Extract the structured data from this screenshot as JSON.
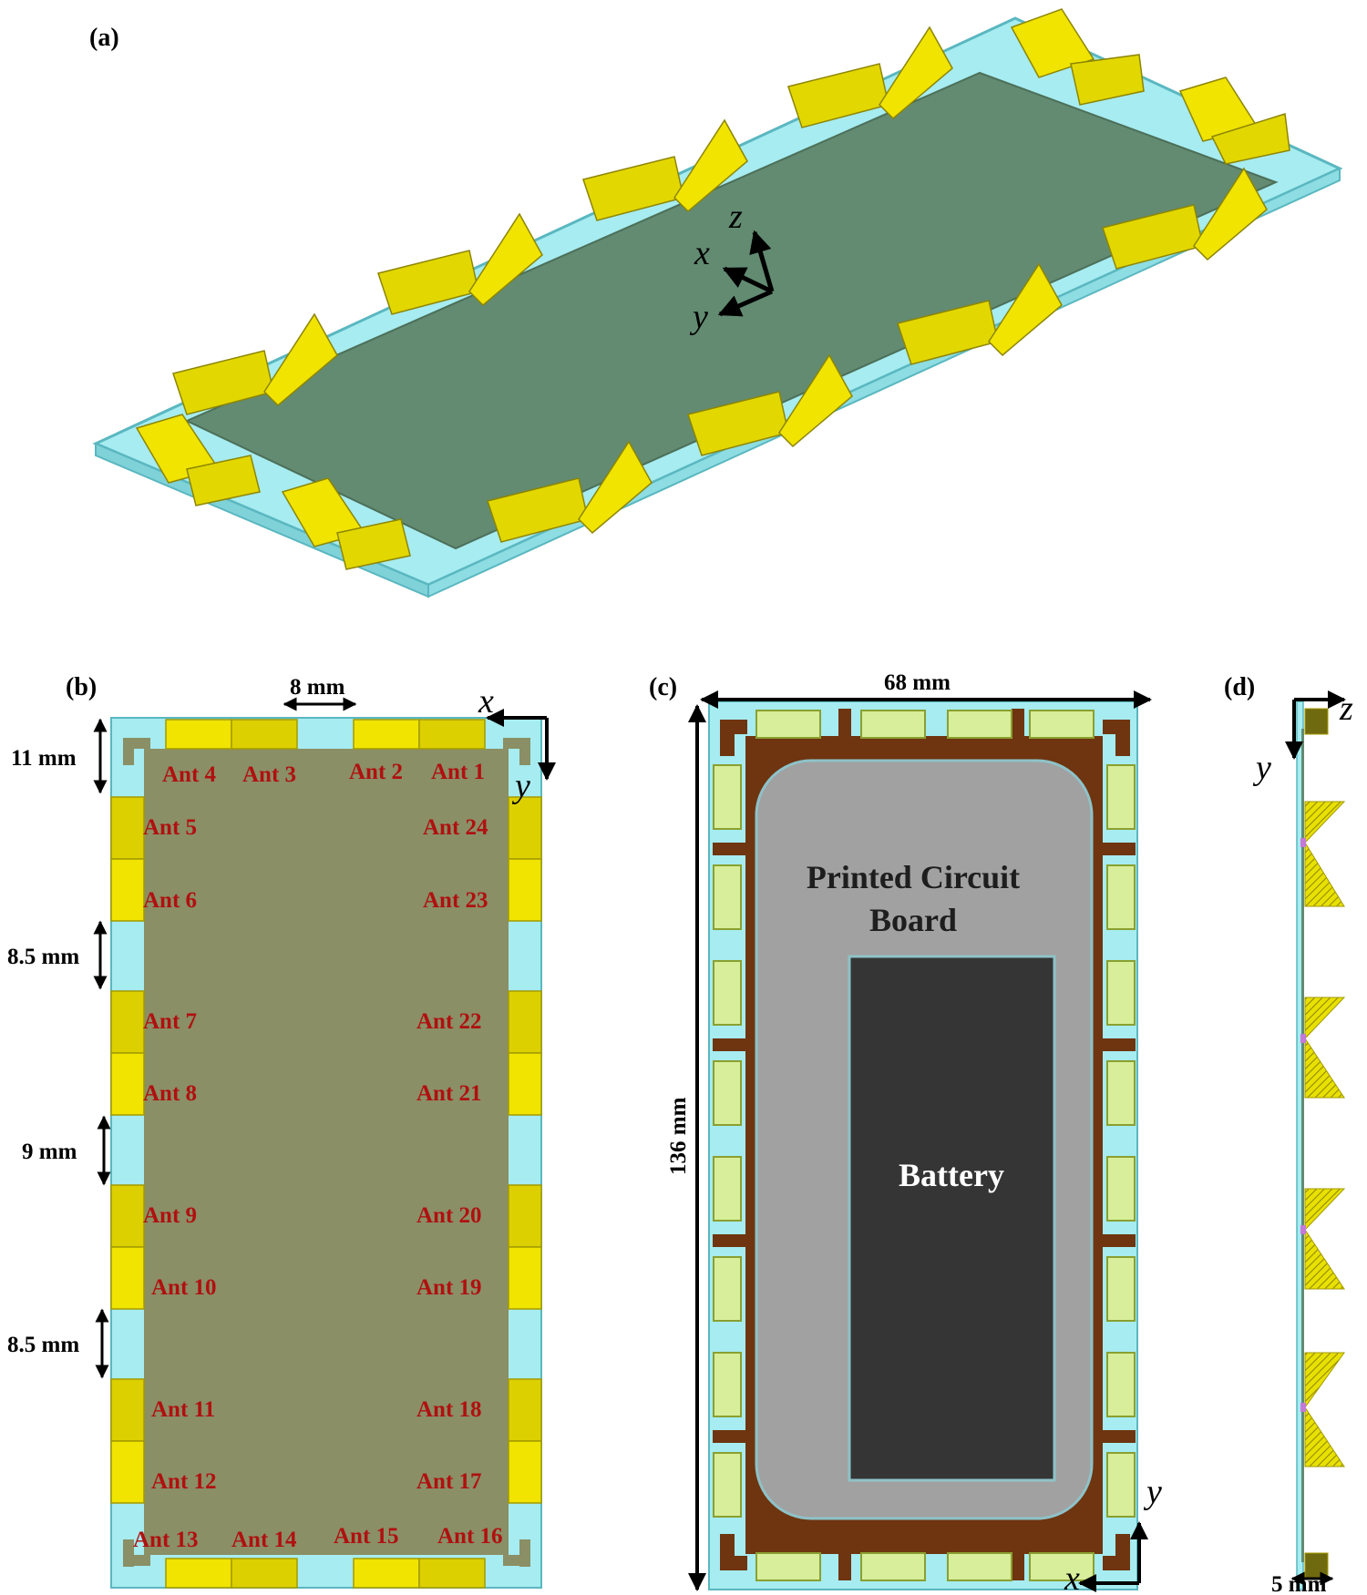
{
  "panels": {
    "a": "(a)",
    "b": "(b)",
    "c": "(c)",
    "d": "(d)"
  },
  "axes": {
    "x": "x",
    "y": "y",
    "z": "z"
  },
  "panel_b": {
    "dimensions": {
      "top_gap": "8 mm",
      "d1": "11 mm",
      "d2": "8.5 mm",
      "d3": "9 mm",
      "d4": "8.5 mm"
    },
    "antennas": {
      "a1": "Ant 1",
      "a2": "Ant 2",
      "a3": "Ant 3",
      "a4": "Ant 4",
      "a5": "Ant 5",
      "a6": "Ant 6",
      "a7": "Ant 7",
      "a8": "Ant 8",
      "a9": "Ant 9",
      "a10": "Ant 10",
      "a11": "Ant 11",
      "a12": "Ant 12",
      "a13": "Ant 13",
      "a14": "Ant 14",
      "a15": "Ant 15",
      "a16": "Ant 16",
      "a17": "Ant 17",
      "a18": "Ant 18",
      "a19": "Ant 19",
      "a20": "Ant 20",
      "a21": "Ant 21",
      "a22": "Ant 22",
      "a23": "Ant 23",
      "a24": "Ant 24"
    }
  },
  "panel_c": {
    "width": "68 mm",
    "height": "136 mm",
    "pcb_line1": "Printed Circuit",
    "pcb_line2": "Board",
    "battery": "Battery"
  },
  "panel_d": {
    "thickness": "5 mm"
  },
  "colors": {
    "substrate": "#a6ecf0",
    "ground_green": "#628b72",
    "ground_olive": "#8a8f66",
    "antenna_yellow": "#f0e400",
    "antenna_dark": "#cfc300",
    "frame_brown": "#6e3510",
    "pcb_gray": "#a1a1a1",
    "battery_dark": "#353535",
    "label_red": "#b01010"
  }
}
